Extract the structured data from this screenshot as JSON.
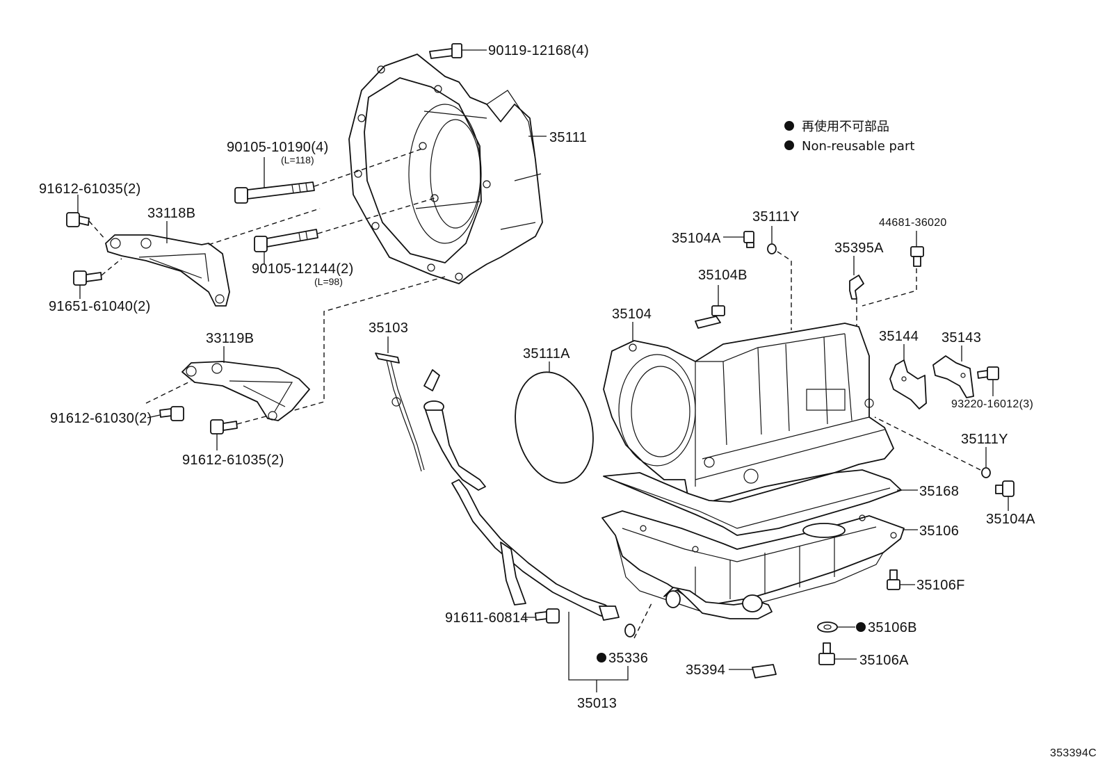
{
  "legend": {
    "jp": "再使用不可部品",
    "en": "Non-reusable part"
  },
  "figure_id": "353394C",
  "parts": {
    "bolt_90119": "90119-12168(4)",
    "housing_35111": "35111",
    "bolt_90105_10190": "90105-10190(4)",
    "bolt_90105_10190_len": "(L=118)",
    "bolt_91612_61035_top": "91612-61035(2)",
    "bracket_33118B": "33118B",
    "bolt_90105_12144": "90105-12144(2)",
    "bolt_90105_12144_len": "(L=98)",
    "bolt_91651": "91651-61040(2)",
    "bracket_33119B": "33119B",
    "bolt_91612_61030": "91612-61030(2)",
    "bolt_91612_61035_bot": "91612-61035(2)",
    "dipstick_35103": "35103",
    "oring_35111A": "35111A",
    "trans_35104": "35104",
    "plug_35104A_top": "35104A",
    "oring_35111Y_top": "35111Y",
    "fitting_35104B": "35104B",
    "sensor_35395A": "35395A",
    "plug_44681": "44681-36020",
    "plate_35144": "35144",
    "plate_35143": "35143",
    "bolt_93220": "93220-16012(3)",
    "oring_35111Y_right": "35111Y",
    "plug_35104A_right": "35104A",
    "gasket_35168": "35168",
    "pan_35106": "35106",
    "bolt_35106F": "35106F",
    "gasket_35106B": "35106B",
    "plug_35106A": "35106A",
    "magnet_35394": "35394",
    "bolt_91611": "91611-60814",
    "oring_35336": "35336",
    "tube_35013": "35013"
  }
}
